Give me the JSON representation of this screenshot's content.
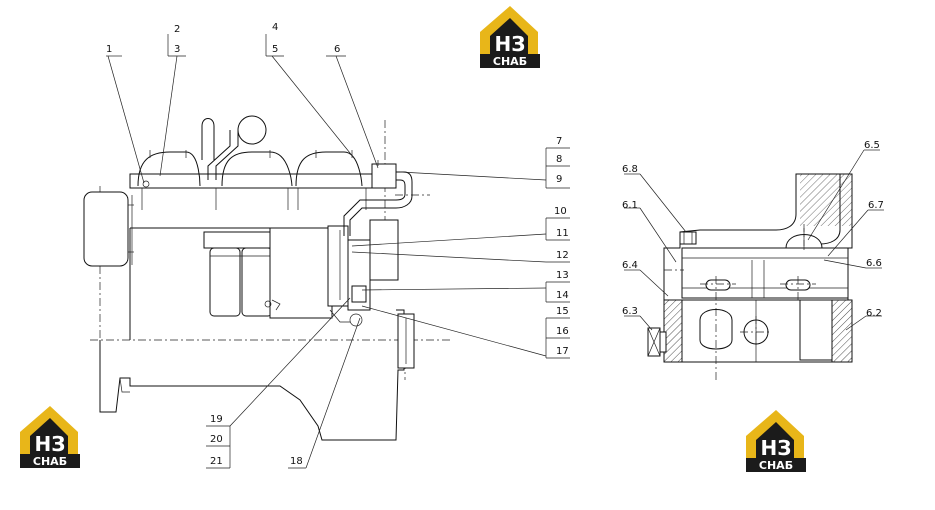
{
  "labels": {
    "l1": "1",
    "l2": "2",
    "l3": "3",
    "l4": "4",
    "l5": "5",
    "l6": "6",
    "l7": "7",
    "l8": "8",
    "l9": "9",
    "l10": "10",
    "l11": "11",
    "l12": "12",
    "l13": "13",
    "l14": "14",
    "l15": "15",
    "l16": "16",
    "l17": "17",
    "l18": "18",
    "l19": "19",
    "l20": "20",
    "l21": "21",
    "l61": "6.1",
    "l62": "6.2",
    "l63": "6.3",
    "l64": "6.4",
    "l65": "6.5",
    "l66": "6.6",
    "l67": "6.7",
    "l68": "6.8"
  },
  "logo": {
    "letters": "НЗ",
    "word": "СНАБ"
  },
  "colors": {
    "logo_gold": "#e8b619",
    "logo_dark": "#1b1b1b",
    "line": "#111111"
  }
}
